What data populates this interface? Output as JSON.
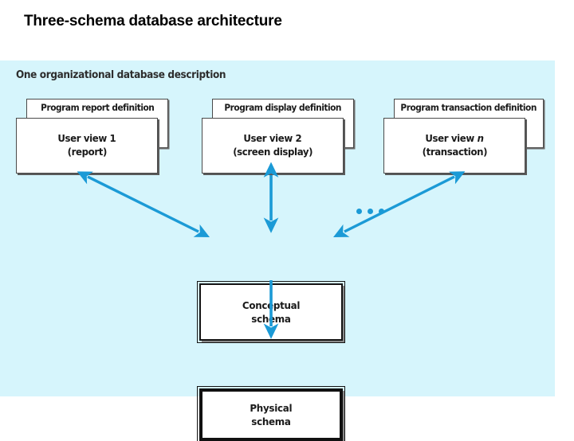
{
  "slide": {
    "title": "Three-schema database architecture"
  },
  "figure": {
    "caption": "One organizational database description",
    "panel_color": "#d6f5fc",
    "arrow_color": "#1b9ad6",
    "ellipsis": "• • •",
    "user_views": [
      {
        "program_definition": "Program report definition",
        "view_title": "User view 1",
        "view_subtitle": "(report)"
      },
      {
        "program_definition": "Program display definition",
        "view_title": "User view 2",
        "view_subtitle": "(screen display)"
      },
      {
        "program_definition": "Program transaction definition",
        "view_title_prefix": "User view ",
        "view_title_italic": "n",
        "view_subtitle": "(transaction)"
      }
    ],
    "conceptual_schema": {
      "line1": "Conceptual",
      "line2": "schema"
    },
    "physical_schema": {
      "line1": "Physical",
      "line2": "schema"
    },
    "arrows": [
      {
        "name": "user-view-1-to-conceptual",
        "type": "double-headed-diagonal"
      },
      {
        "name": "user-view-2-to-conceptual",
        "type": "double-headed-vertical"
      },
      {
        "name": "user-view-n-to-conceptual",
        "type": "double-headed-diagonal"
      },
      {
        "name": "conceptual-to-physical",
        "type": "single-headed-down"
      }
    ]
  }
}
